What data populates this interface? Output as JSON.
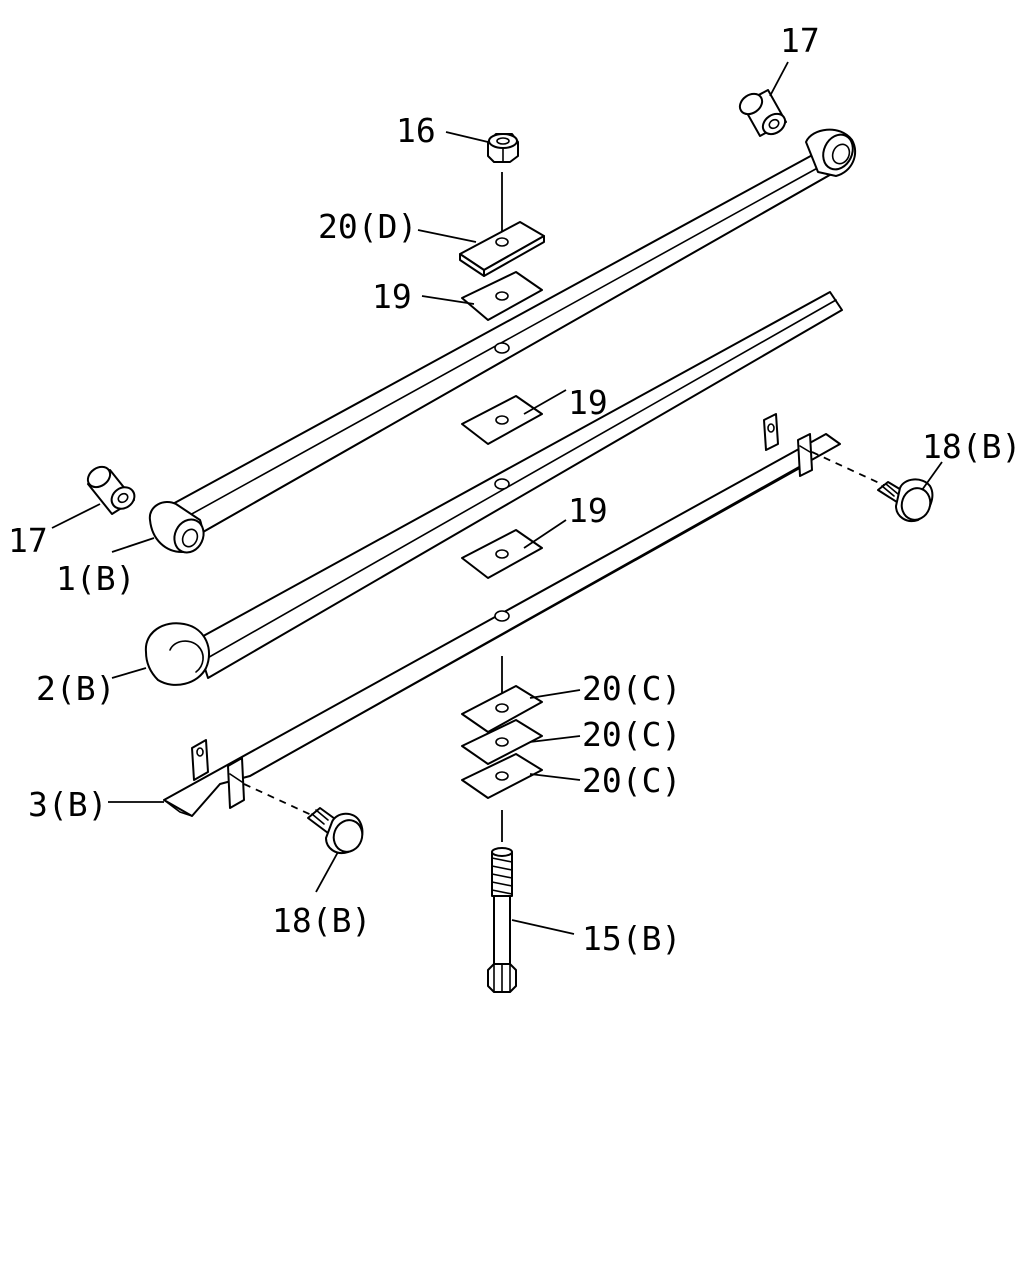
{
  "callouts": {
    "c17_top": "17",
    "c16": "16",
    "c20d": "20(D)",
    "c19_a": "19",
    "c19_b": "19",
    "c19_c": "19",
    "c17_left": "17",
    "c1b": "1(B)",
    "c18b_right": "18(B)",
    "c2b": "2(B)",
    "c20c_a": "20(C)",
    "c20c_b": "20(C)",
    "c20c_c": "20(C)",
    "c3b": "3(B)",
    "c18b_bottom": "18(B)",
    "c15b": "15(B)"
  }
}
